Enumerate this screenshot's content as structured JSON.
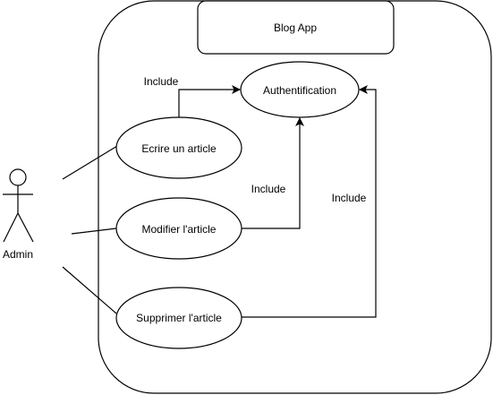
{
  "system": {
    "title": "Blog App"
  },
  "actor": {
    "label": "Admin"
  },
  "use_cases": {
    "authentification": "Authentification",
    "ecrire": "Ecrire un article",
    "modifier": "Modifier l'article",
    "supprimer": "Supprimer l'article"
  },
  "relations": {
    "include_ecrire": "Include",
    "include_modifier": "Include",
    "include_supprimer": "Include"
  },
  "colors": {
    "stroke": "#000000",
    "fill": "#ffffff"
  }
}
